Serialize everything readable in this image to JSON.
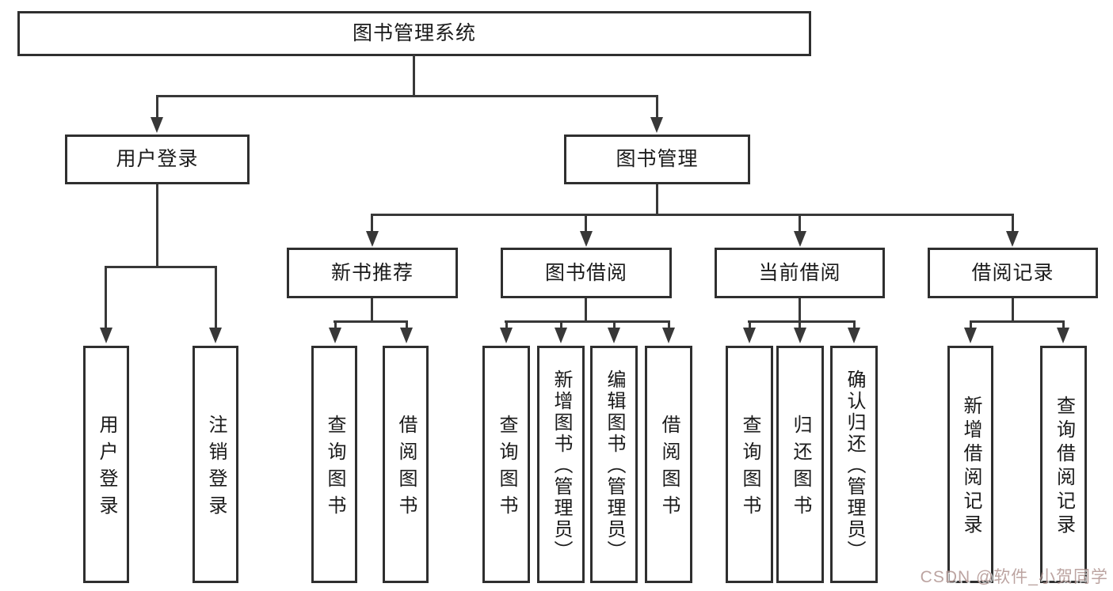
{
  "diagram": {
    "title": "图书管理系统",
    "nodes": {
      "root": {
        "label": "图书管理系统"
      },
      "user_login": {
        "label": "用户登录"
      },
      "book_mgmt": {
        "label": "图书管理"
      },
      "new_book_rec": {
        "label": "新书推荐"
      },
      "book_borrow": {
        "label": "图书借阅"
      },
      "current_borrow": {
        "label": "当前借阅"
      },
      "borrow_record": {
        "label": "借阅记录"
      },
      "leaf_user_login": {
        "label": "用户登录"
      },
      "leaf_logout": {
        "label": "注销登录"
      },
      "leaf_nbr_query_books": {
        "label": "查询图书"
      },
      "leaf_nbr_borrow_books": {
        "label": "借阅图书"
      },
      "leaf_bb_query_books": {
        "label": "查询图书"
      },
      "leaf_bb_add_books": {
        "label": "新增图书（管理员）"
      },
      "leaf_bb_edit_books": {
        "label": "编辑图书（管理员）"
      },
      "leaf_bb_borrow_books": {
        "label": "借阅图书"
      },
      "leaf_cb_query_books": {
        "label": "查询图书"
      },
      "leaf_cb_return_books": {
        "label": "归还图书"
      },
      "leaf_cb_confirm_return": {
        "label": "确认归还（管理员）"
      },
      "leaf_br_add_record": {
        "label": "新增借阅记录"
      },
      "leaf_br_query_record": {
        "label": "查询借阅记录"
      }
    }
  },
  "watermark": {
    "text": "CSDN @软件_小贺同学"
  },
  "colors": {
    "line": "#383838",
    "border": "#2f2f2f",
    "text": "#1a1a1a",
    "background": "#ffffff",
    "watermark_text": "#b09490"
  }
}
